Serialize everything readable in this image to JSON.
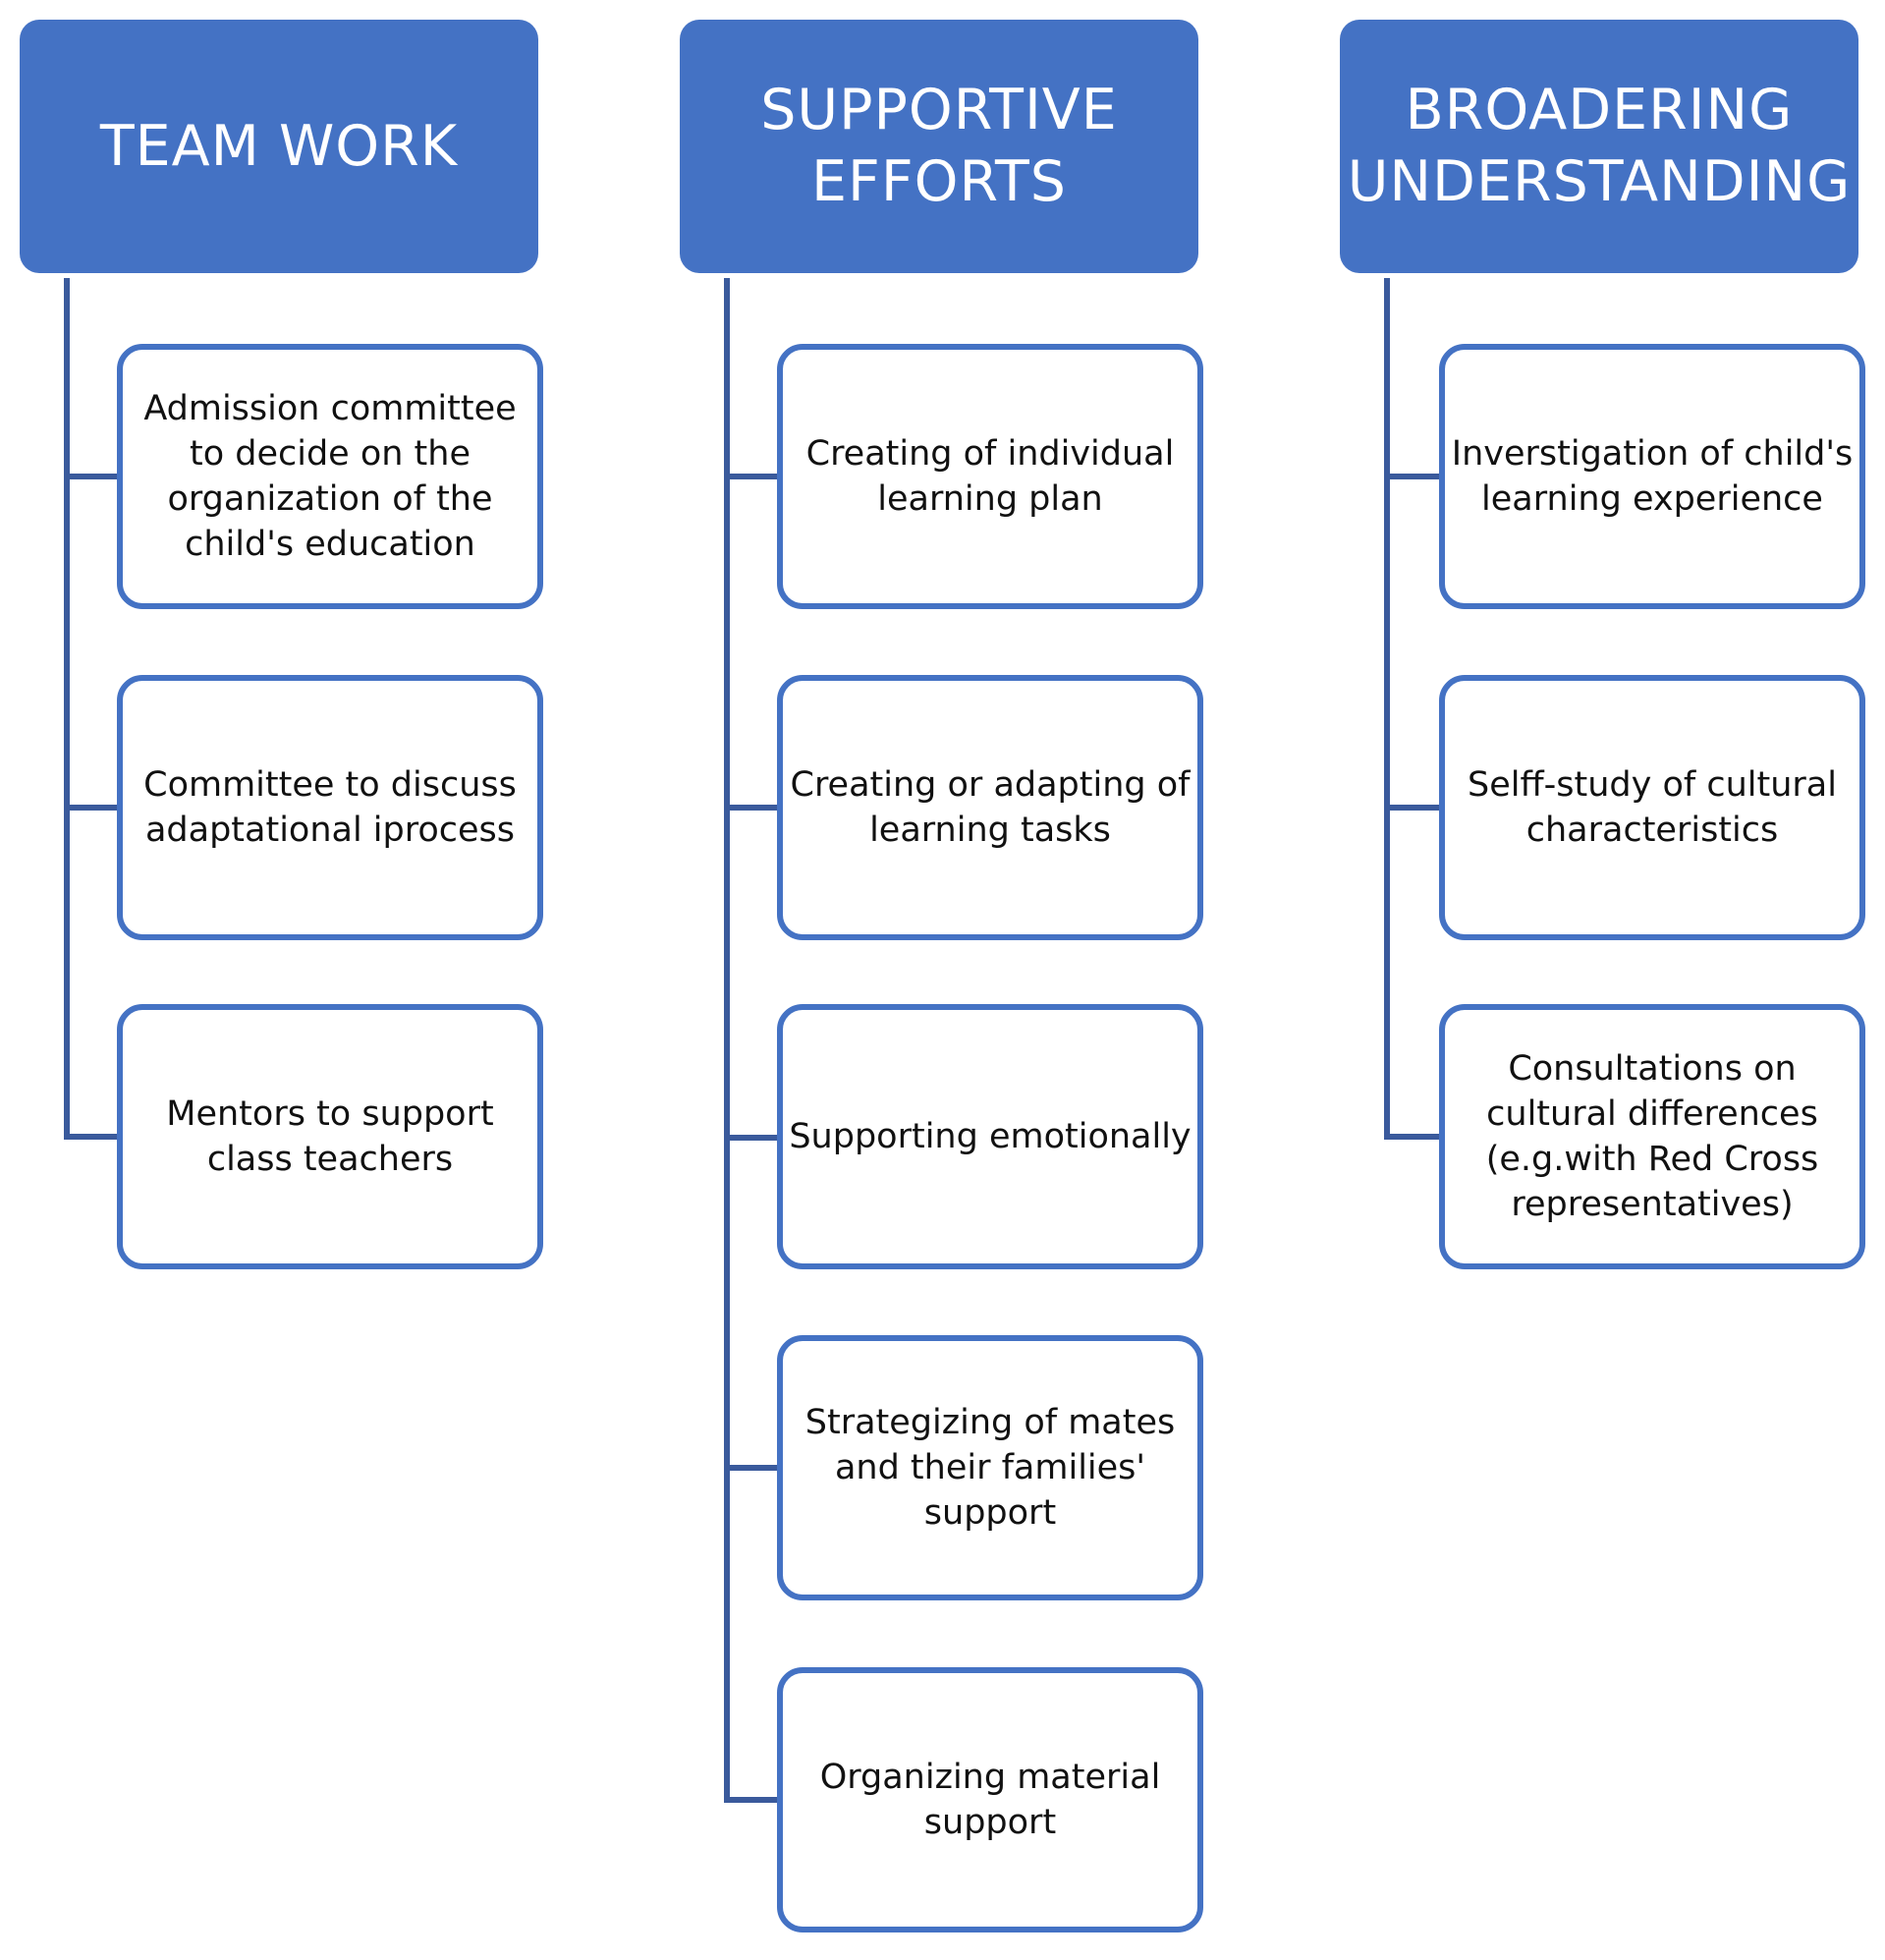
{
  "columns": [
    {
      "title": "TEAM WORK",
      "items": [
        "Admission committee\nto decide on the\norganization of the\nchild's education",
        "Committee to discuss\nadaptational iprocess",
        "Mentors to support\nclass teachers"
      ]
    },
    {
      "title": "SUPPORTIVE\nEFFORTS",
      "items": [
        "Creating of individual\nlearning plan",
        "Creating or adapting of\nlearning tasks",
        "Supporting emotionally",
        "Strategizing of mates\nand their families'\nsupport",
        "Organizing material\nsupport"
      ]
    },
    {
      "title": "BROADERING\nUNDERSTANDING",
      "items": [
        "Inverstigation of child's\nlearning experience",
        "Selff-study of  cultural\ncharacteristics",
        "Consultations on\ncultural differences\n(e.g.with Red Cross\nrepresentatives)"
      ]
    }
  ],
  "colors": {
    "accent": "#4472c4",
    "connector": "#3a5a9c"
  }
}
